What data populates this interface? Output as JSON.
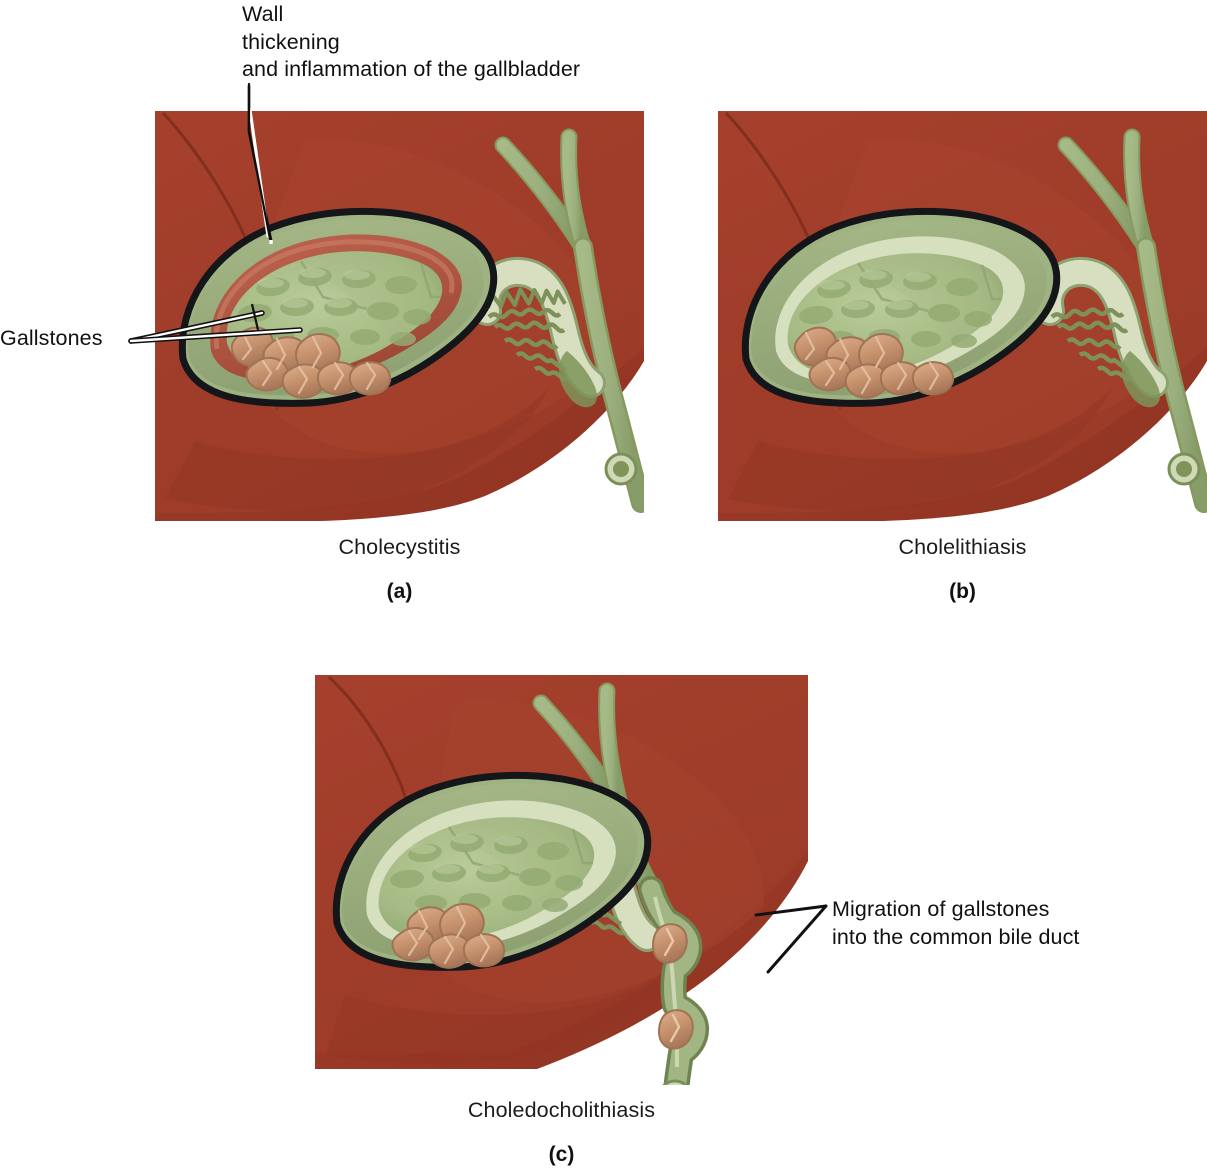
{
  "figure": {
    "title": "Gallbladder disease illustration",
    "panels": [
      {
        "id": "a",
        "caption": "Cholecystitis",
        "sublabel": "(a)",
        "description": "Gallbladder with thickened inflamed wall containing gallstones, cystic duct, hepatic ducts and common bile duct within liver"
      },
      {
        "id": "b",
        "caption": "Cholelithiasis",
        "sublabel": "(b)",
        "description": "Normal gallbladder wall containing gallstones"
      },
      {
        "id": "c",
        "caption": "Choledocholithiasis",
        "sublabel": "(c)",
        "description": "Gallstones migrated into the common bile duct"
      }
    ]
  },
  "annotations": {
    "wall_thickening": "Wall\nthickening\nand inflammation of the gallbladder",
    "gallstones": "Gallstones",
    "migration": "Migration of gallstones\ninto the common bile duct"
  },
  "colors": {
    "liver": "#a03c2a",
    "liver_shadow": "#8f3522",
    "liver_highlight": "#ab452f",
    "gallbladder_wall": "#9aad7c",
    "gallbladder_wall_light": "#cdd9b1",
    "gallbladder_lumen": "#a8bc88",
    "gallbladder_outline": "#15161a",
    "inflamed_wall": "#b55d48",
    "inflamed_wall_dark": "#9d4a38",
    "gallstone": "#c4926f",
    "gallstone_light": "#d9ab89",
    "gallstone_dark": "#a9785a",
    "duct": "#9bb07e",
    "duct_dark": "#6e8352",
    "duct_light": "#d3dcba",
    "leader_line": "#111111",
    "text": "#111111",
    "background": "#ffffff"
  }
}
